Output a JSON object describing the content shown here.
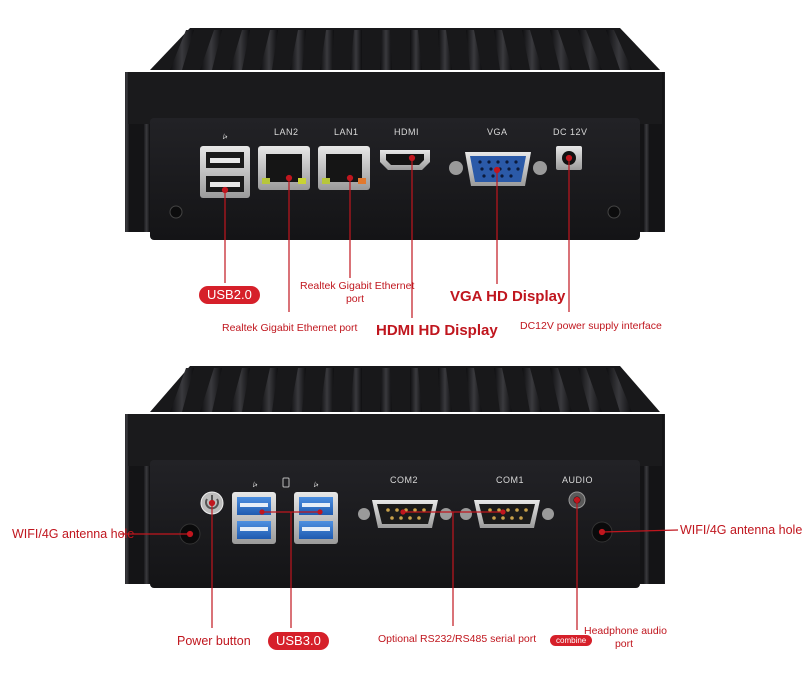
{
  "top_panel": {
    "port_labels": {
      "lan2": "LAN2",
      "lan1": "LAN1",
      "hdmi": "HDMI",
      "vga": "VGA",
      "dc": "DC  12V"
    },
    "callouts": {
      "usb2": "USB2.0",
      "lan_ethernet_1_line1": "Realtek Gigabit Ethernet",
      "lan_ethernet_1_line2": "port",
      "vga": "VGA HD Display",
      "lan_ethernet_2": "Realtek Gigabit Ethernet port",
      "hdmi": "HDMI HD Display",
      "dc": "DC12V power supply interface"
    }
  },
  "bottom_panel": {
    "port_labels": {
      "com2": "COM2",
      "com1": "COM1",
      "audio": "AUDIO"
    },
    "callouts": {
      "wifi_left": "WIFI/4G antenna hole",
      "wifi_right": "WIFI/4G antenna hole",
      "power": "Power button",
      "usb3": "USB3.0",
      "serial": "Optional RS232/RS485 serial port",
      "combine": "combine",
      "audio_line1": "Headphone audio",
      "audio_line2": "port"
    }
  },
  "colors": {
    "callout_red": "#c0161e",
    "pill_red": "#d6202a",
    "chassis": "#1c1c1e",
    "usb3_blue": "#2a6cc4",
    "vga_blue": "#2b5aa8"
  }
}
